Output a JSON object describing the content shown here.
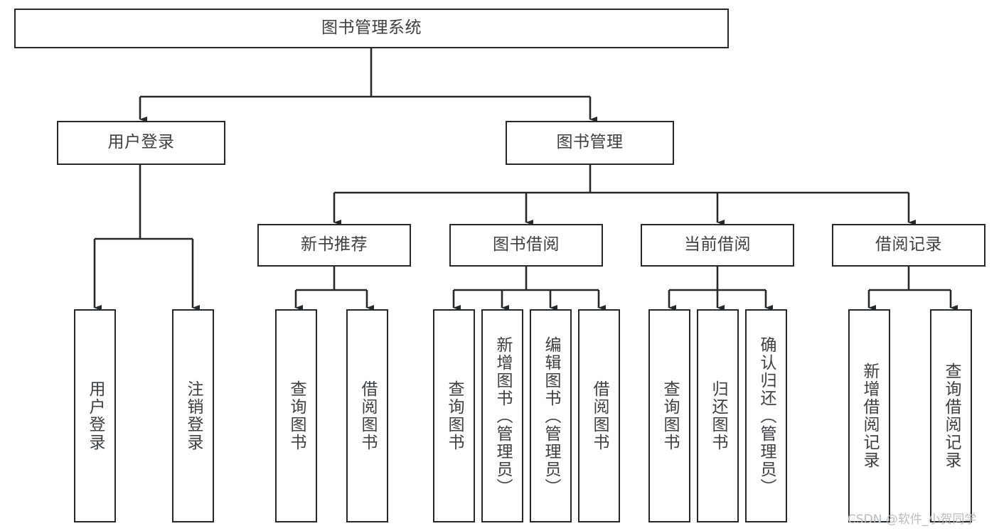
{
  "diagram": {
    "type": "tree-hierarchy-chart",
    "title": "图书管理系统",
    "line_color": "#26292b",
    "text_color": "#3d4043",
    "background_color": "#ffffff",
    "root": {
      "id": "root",
      "label": "图书管理系统",
      "orientation": "horizontal"
    },
    "level2": [
      {
        "id": "user-login",
        "label": "用户登录",
        "orientation": "horizontal"
      },
      {
        "id": "book-management",
        "label": "图书管理",
        "orientation": "horizontal"
      }
    ],
    "level3": [
      {
        "id": "new-book-recommend",
        "label": "新书推荐",
        "orientation": "horizontal"
      },
      {
        "id": "book-borrow",
        "label": "图书借阅",
        "orientation": "horizontal"
      },
      {
        "id": "current-borrow",
        "label": "当前借阅",
        "orientation": "horizontal"
      },
      {
        "id": "borrow-record",
        "label": "借阅记录",
        "orientation": "horizontal"
      }
    ],
    "leaves": [
      {
        "id": "leaf-user-login",
        "parent": "user-login",
        "label": "用户登录",
        "orientation": "vertical"
      },
      {
        "id": "leaf-logout-login",
        "parent": "user-login",
        "label": "注销登录",
        "orientation": "vertical"
      },
      {
        "id": "leaf-query-book-1",
        "parent": "new-book-recommend",
        "label": "查询图书",
        "orientation": "vertical"
      },
      {
        "id": "leaf-borrow-book-1",
        "parent": "new-book-recommend",
        "label": "借阅图书",
        "orientation": "vertical"
      },
      {
        "id": "leaf-query-book-2",
        "parent": "book-borrow",
        "label": "查询图书",
        "orientation": "vertical"
      },
      {
        "id": "leaf-add-book",
        "parent": "book-borrow",
        "label": "新增图书（管理员）",
        "orientation": "vertical"
      },
      {
        "id": "leaf-edit-book",
        "parent": "book-borrow",
        "label": "编辑图书（管理员）",
        "orientation": "vertical"
      },
      {
        "id": "leaf-borrow-book-2",
        "parent": "book-borrow",
        "label": "借阅图书",
        "orientation": "vertical"
      },
      {
        "id": "leaf-query-book-3",
        "parent": "current-borrow",
        "label": "查询图书",
        "orientation": "vertical"
      },
      {
        "id": "leaf-return-book",
        "parent": "current-borrow",
        "label": "归还图书",
        "orientation": "vertical"
      },
      {
        "id": "leaf-confirm-return",
        "parent": "current-borrow",
        "label": "确认归还（管理员）",
        "orientation": "vertical"
      },
      {
        "id": "leaf-add-record",
        "parent": "borrow-record",
        "label": "新增借阅记录",
        "orientation": "vertical"
      },
      {
        "id": "leaf-query-record",
        "parent": "borrow-record",
        "label": "查询借阅记录",
        "orientation": "vertical"
      }
    ]
  },
  "watermark": {
    "text": "CSDN @软件_小贺同学"
  }
}
